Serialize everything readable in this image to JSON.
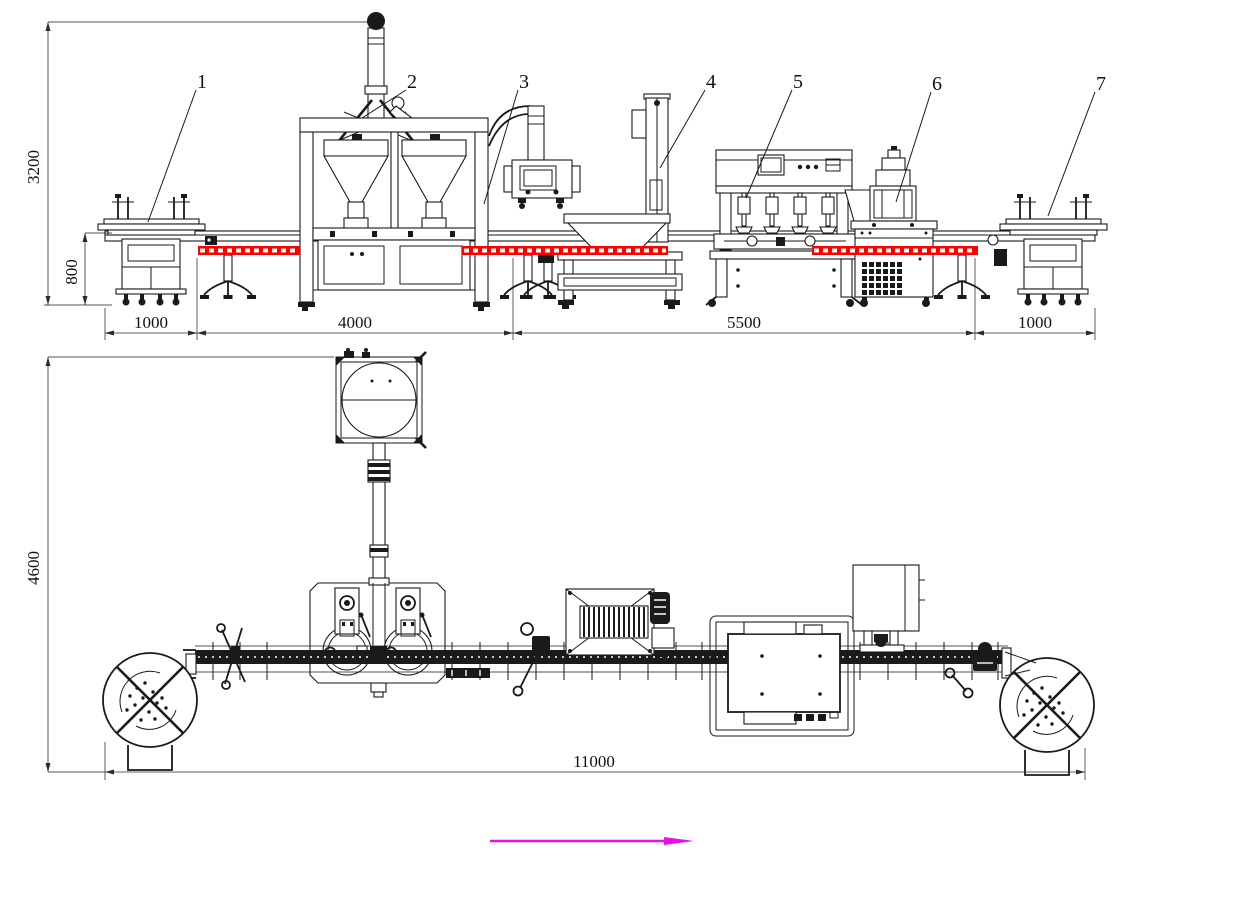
{
  "views": {
    "elevation": {
      "dimensions": {
        "total_height": "3200",
        "conveyor_height": "800",
        "widths": [
          "1000",
          "4000",
          "5500",
          "1000"
        ]
      },
      "callouts": [
        "1",
        "2",
        "3",
        "4",
        "5",
        "6",
        "7"
      ]
    },
    "plan": {
      "dimensions": {
        "depth": "4600",
        "total_length": "11000"
      }
    }
  },
  "colors": {
    "line": "#1a1a1a",
    "guard_red": "#ff0000",
    "flow_arrow": "#e511e5"
  }
}
